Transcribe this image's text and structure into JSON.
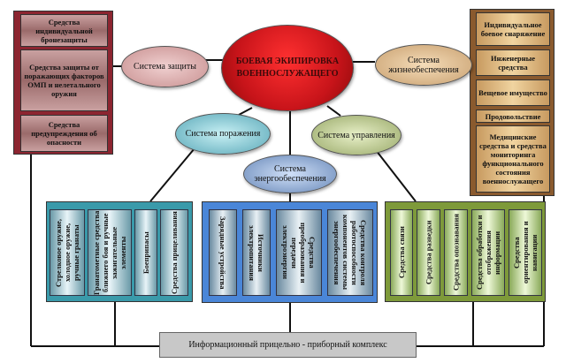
{
  "center": {
    "title": "БОЕВАЯ ЭКИПИРОВКА ВОЕННОСЛУЖАЩЕГО"
  },
  "systems": {
    "protection": "Система защиты",
    "life_support": "Система жизнеобеспечения",
    "destruction": "Система поражения",
    "control": "Система управления",
    "energy": "Система энергообеспечения"
  },
  "protection_items": [
    "Средства индивидуальной бронезащиты",
    "Средства защиты от поражающих факторов ОМП и нелетального оружия",
    "Средства предупреждения об опасности"
  ],
  "life_support_items": [
    "Индивидуальное боевое снаряжение",
    "Инженерные средства",
    "Вещевое имущество",
    "Продовольствие",
    "Медицинские средства и средства мониторинга функционального состояния военнослужащего"
  ],
  "destruction_items": [
    "Стрелковое оружие, холодное оружие, ручные гранаты",
    "Гранатометные средства ближнего боя и ручные зажигательные элементы",
    "Боеприпасы",
    "Средства прицеливания"
  ],
  "energy_items": [
    "Зарядные устройства",
    "Источники электропитания",
    "Средства преобразования и передачи электроэнергии",
    "Средства контроля работоспособности компонентов системы энергообеспечения"
  ],
  "control_items": [
    "Средства связи",
    "Средства разведки",
    "Средства опознавания",
    "Средства обработки и отображения информации",
    "Средства ориентирования и навигации"
  ],
  "footer": {
    "label": "Информационный прицельно - приборный комплекс"
  },
  "colors": {
    "red": "#c8141a",
    "protection": "#8c2530",
    "life": "#8a5a2e",
    "teal": "#3a9aaa",
    "blue": "#4a86d8",
    "green": "#7e9a3a"
  }
}
